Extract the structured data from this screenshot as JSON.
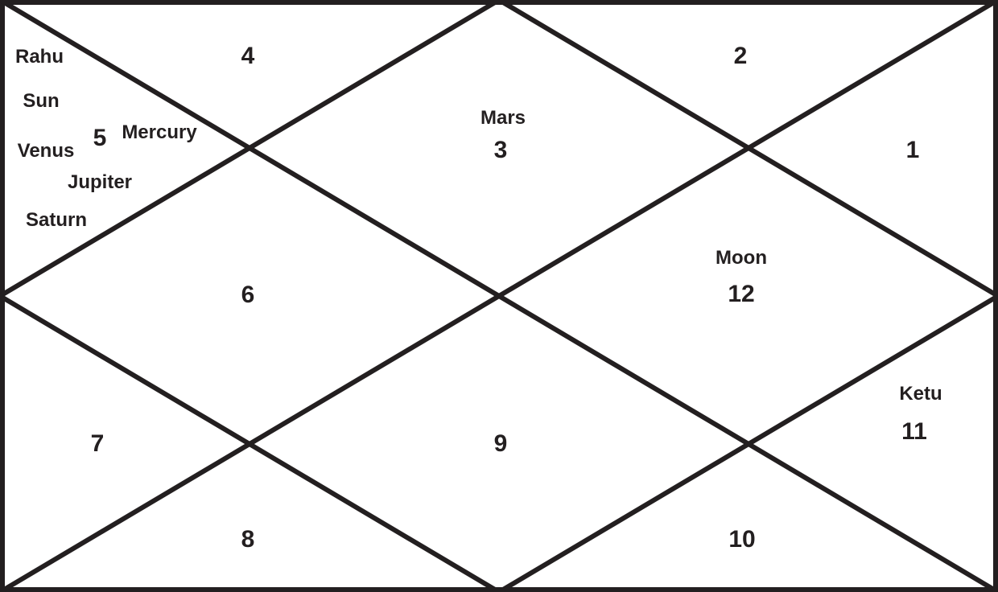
{
  "chart_type": "north-indian-kundali",
  "colors": {
    "line": "#231f20",
    "text": "#231f20",
    "background": "#ffffff"
  },
  "houses": {
    "h1": {
      "number": "1",
      "planets": []
    },
    "h2": {
      "number": "2",
      "planets": []
    },
    "h3": {
      "number": "3",
      "planets": [
        "Mars"
      ]
    },
    "h4": {
      "number": "4",
      "planets": []
    },
    "h5": {
      "number": "5",
      "planets": [
        "Rahu",
        "Sun",
        "Mercury",
        "Venus",
        "Jupiter",
        "Saturn"
      ]
    },
    "h6": {
      "number": "6",
      "planets": []
    },
    "h7": {
      "number": "7",
      "planets": []
    },
    "h8": {
      "number": "8",
      "planets": []
    },
    "h9": {
      "number": "9",
      "planets": []
    },
    "h10": {
      "number": "10",
      "planets": []
    },
    "h11": {
      "number": "11",
      "planets": [
        "Ketu"
      ]
    },
    "h12": {
      "number": "12",
      "planets": [
        "Moon"
      ]
    }
  }
}
